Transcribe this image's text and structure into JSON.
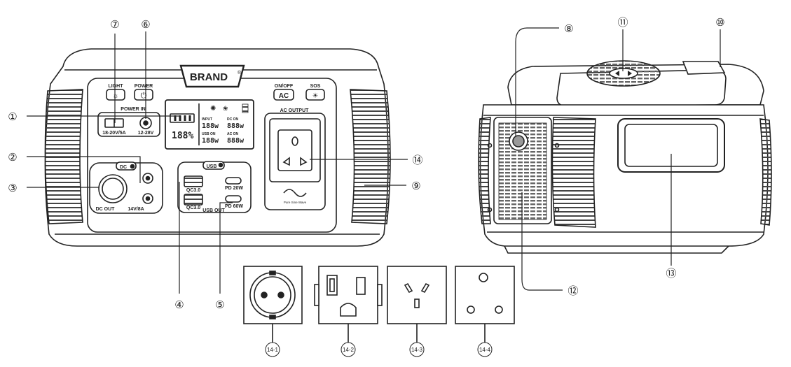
{
  "brand": "BRAND",
  "brand_mark": "®",
  "front_panel": {
    "light_label": "LIGHT",
    "power_label": "POWER",
    "power_in_label": "POWER IN",
    "usb_in_spec": "18-20V/5A",
    "dc_in_spec": "12-28V",
    "dc_badge": "DC",
    "dc_out_label": "DC OUT",
    "dc_out_spec": "14V/8A",
    "usb_badge": "USB",
    "qc_label_1": "QC3.0",
    "qc_label_2": "QC3.0",
    "pd_label_1": "PD 20W",
    "pd_label_2": "PD 60W",
    "usb_out_label": "USB OUT",
    "on_off_label": "ON/OFF",
    "ac_button": "AC",
    "sos_label": "SOS",
    "ac_output_label": "AC OUTPUT",
    "wave_caption": "Pure Sine Wave"
  },
  "lcd": {
    "battery_percent": "188%",
    "input_label": "INPUT",
    "input_value": "188w",
    "dc_on_label": "DC ON",
    "dc_on_value": "888w",
    "usb_on_label": "USB ON",
    "usb_on_value": "188w",
    "ac_on_label": "AC ON",
    "ac_on_value": "888w"
  },
  "callouts": {
    "c1": "①",
    "c2": "②",
    "c3": "③",
    "c4": "④",
    "c5": "⑤",
    "c6": "⑥",
    "c7": "⑦",
    "c8": "⑧",
    "c9": "⑨",
    "c10": "⑩",
    "c11": "⑪",
    "c12": "⑫",
    "c13": "⑬",
    "c14": "⑭"
  },
  "sockets": {
    "s1": "14-1",
    "s2": "14-2",
    "s3": "14-3",
    "s4": "14-4"
  }
}
